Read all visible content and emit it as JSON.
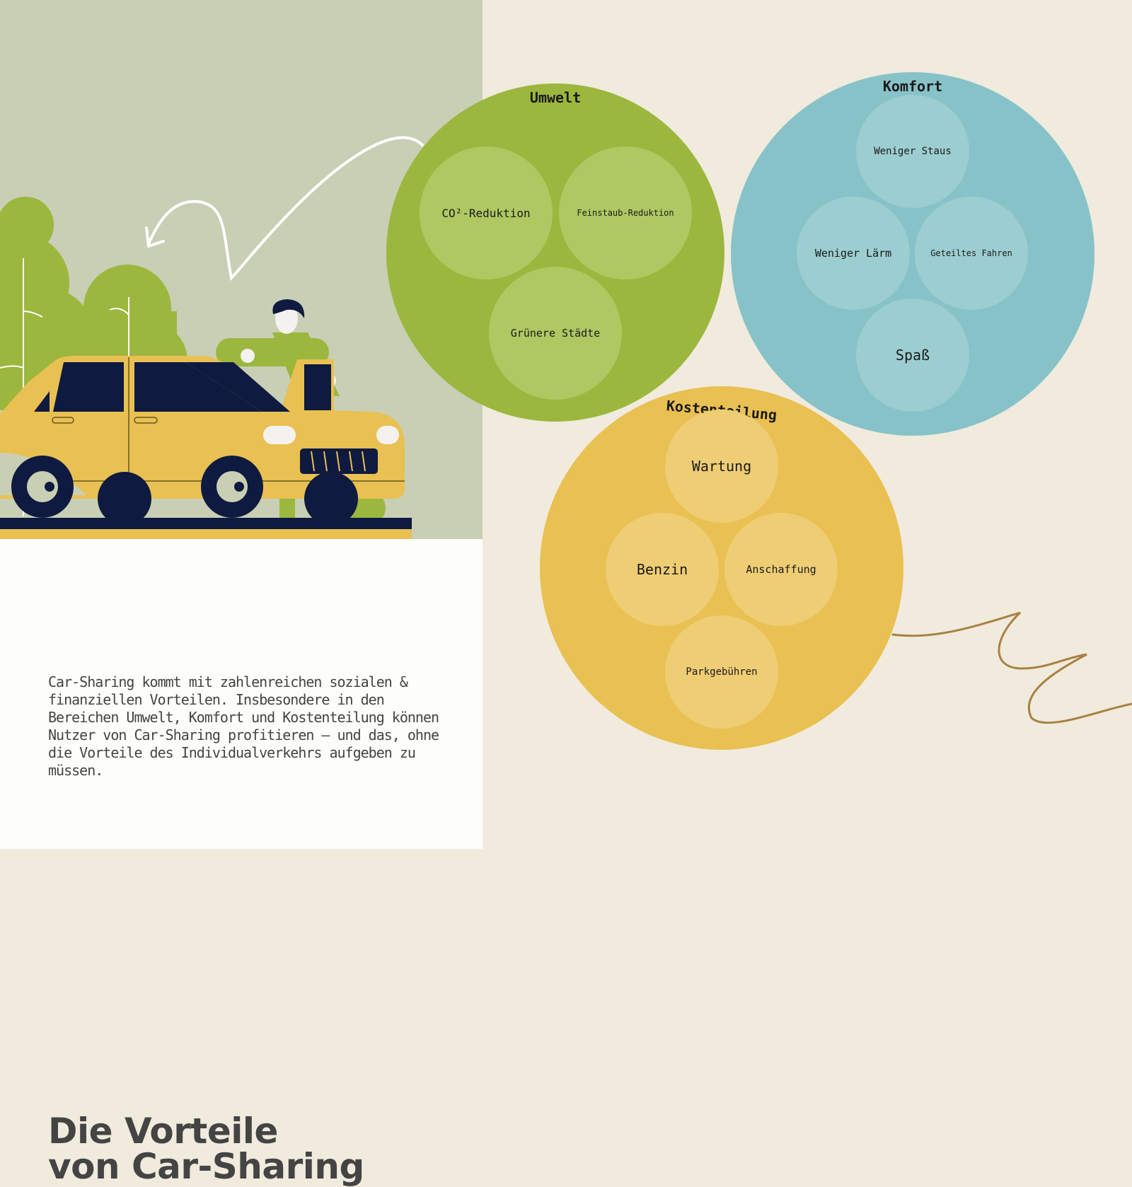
{
  "page": {
    "title_line1": "Die Vorteile",
    "title_line2": "von Car-Sharing",
    "intro": "Car-Sharing kommt mit zahlenreichen sozialen & finanziellen Vorteilen. Insbesondere in den Bereichen Umwelt, Komfort und Kostenteilung können Nutzer von Car-Sharing profitieren – und das, ohne die Vorteile des Individualverkehrs aufgeben zu müssen."
  },
  "groups": {
    "umwelt": {
      "title": "Umwelt",
      "color": "#9bb73d",
      "items": [
        "CO²-Reduktion",
        "Feinstaub-Reduktion",
        "Grünere Städte"
      ]
    },
    "komfort": {
      "title": "Komfort",
      "color": "#87c2c9",
      "items": [
        "Weniger Staus",
        "Weniger Lärm",
        "Geteiltes Fahren",
        "Spaß"
      ]
    },
    "kosten": {
      "title": "Kostenteilung",
      "color": "#e9c052",
      "items": [
        "Wartung",
        "Benzin",
        "Anschaffung",
        "Parkgebühren"
      ]
    }
  },
  "illustration": {
    "car_color": "#e9c052",
    "tree_color": "#9bb73d",
    "dark_color": "#0e1a3f"
  }
}
